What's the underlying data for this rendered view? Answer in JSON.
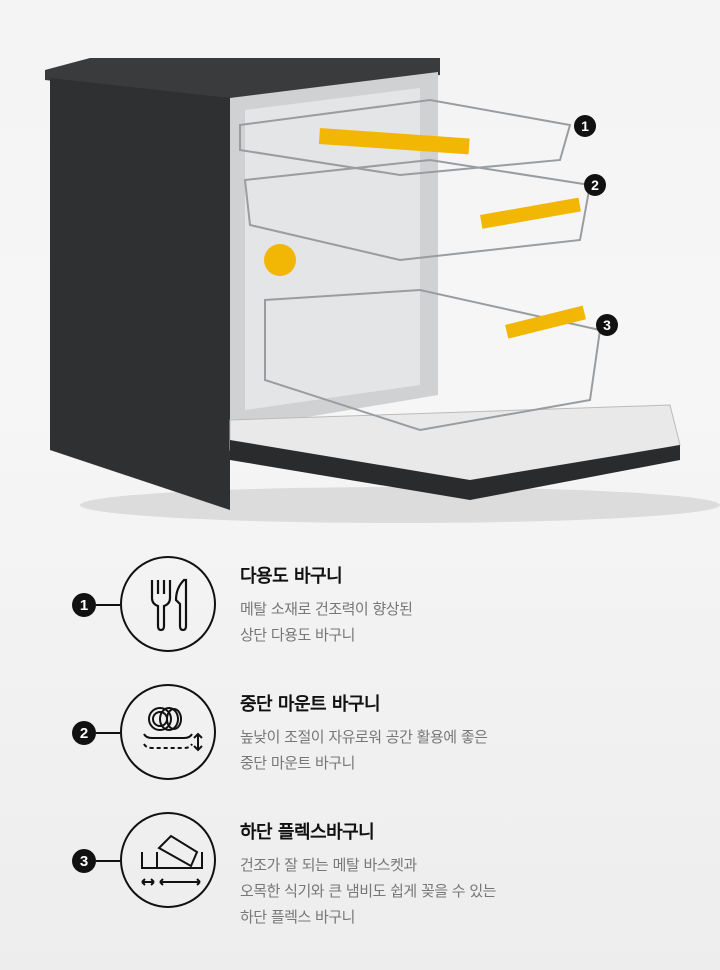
{
  "features": [
    {
      "number": "1",
      "icon": "fork-knife-icon",
      "title": "다용도 바구니",
      "desc": [
        "메탈 소재로 건조력이 향상된",
        "상단 다용도 바구니"
      ]
    },
    {
      "number": "2",
      "icon": "plates-height-adjust-icon",
      "title": "중단 마운트 바구니",
      "desc": [
        "높낮이 조절이 자유로워 공간 활용에 좋은",
        "중단 마운트 바구니"
      ]
    },
    {
      "number": "3",
      "icon": "flex-basket-icon",
      "title": "하단 플렉스바구니",
      "desc": [
        "건조가 잘 되는 메탈 바스켓과",
        "오목한 식기와 큰 냄비도 쉽게 꽂을 수 있는",
        "하단 플렉스 바구니"
      ]
    }
  ],
  "callouts": [
    "1",
    "2",
    "3"
  ],
  "colors": {
    "accent": "#f2b705",
    "body": "#2e2f31"
  }
}
